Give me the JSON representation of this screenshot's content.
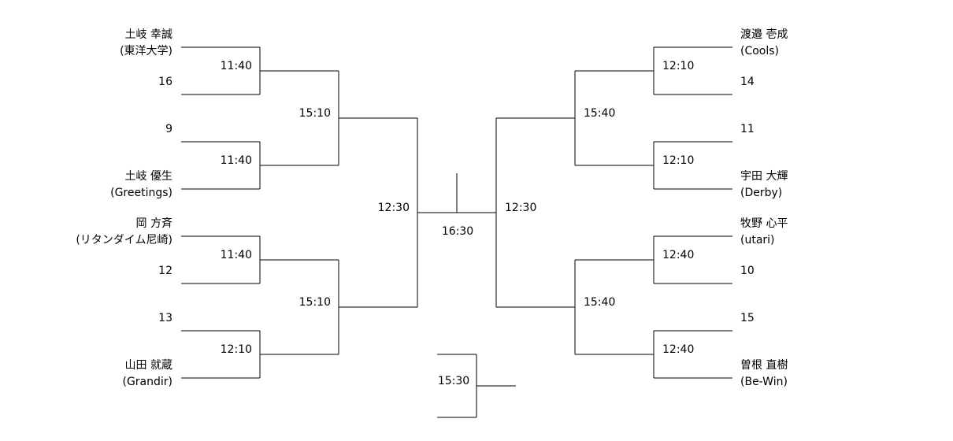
{
  "left": {
    "entrants": [
      {
        "name": "土岐 幸誠",
        "team": "(東洋大学)"
      },
      {
        "name": "16",
        "team": ""
      },
      {
        "name": "9",
        "team": ""
      },
      {
        "name": "土岐 優生",
        "team": "(Greetings)"
      },
      {
        "name": "岡 方斉",
        "team": "(リタンダイム尼崎)"
      },
      {
        "name": "12",
        "team": ""
      },
      {
        "name": "13",
        "team": ""
      },
      {
        "name": "山田 就蔵",
        "team": "(Grandir)"
      }
    ],
    "round1_times": [
      "11:40",
      "11:40",
      "11:40",
      "12:10"
    ],
    "round2_times": [
      "15:10",
      "15:10"
    ],
    "semifinal_time": "12:30"
  },
  "right": {
    "entrants": [
      {
        "name": "渡邉 壱成",
        "team": "(Cools)"
      },
      {
        "name": "14",
        "team": ""
      },
      {
        "name": "11",
        "team": ""
      },
      {
        "name": "宇田 大輝",
        "team": "(Derby)"
      },
      {
        "name": "牧野 心平",
        "team": "(utari)"
      },
      {
        "name": "10",
        "team": ""
      },
      {
        "name": "15",
        "team": ""
      },
      {
        "name": "曽根 直樹",
        "team": "(Be-Win)"
      }
    ],
    "round1_times": [
      "12:10",
      "12:10",
      "12:40",
      "12:40"
    ],
    "round2_times": [
      "15:40",
      "15:40"
    ],
    "semifinal_time": "12:30"
  },
  "final_time": "16:30",
  "third_place_time": "15:30"
}
